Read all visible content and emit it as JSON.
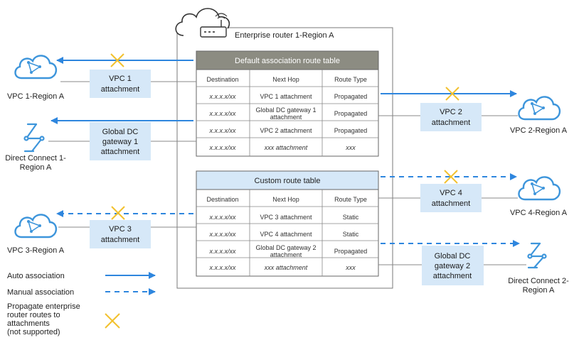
{
  "enterprise_router": {
    "label": "Enterprise router 1-Region A"
  },
  "default_table": {
    "title": "Default association route table",
    "headers": [
      "Destination",
      "Next Hop",
      "Route Type"
    ],
    "rows": [
      {
        "dest": "x.x.x.x/xx",
        "hop": [
          "VPC 1 attachment"
        ],
        "type": "Propagated"
      },
      {
        "dest": "x.x.x.x/xx",
        "hop": [
          "Global DC gateway 1",
          "attachment"
        ],
        "type": "Propagated"
      },
      {
        "dest": "x.x.x.x/xx",
        "hop": [
          "VPC 2 attachment"
        ],
        "type": "Propagated"
      },
      {
        "dest": "x.x.x.x/xx",
        "hop": [
          "xxx attachment"
        ],
        "type": "xxx"
      }
    ]
  },
  "custom_table": {
    "title": "Custom route table",
    "headers": [
      "Destination",
      "Next Hop",
      "Route Type"
    ],
    "rows": [
      {
        "dest": "x.x.x.x/xx",
        "hop": [
          "VPC 3 attachment"
        ],
        "type": "Static"
      },
      {
        "dest": "x.x.x.x/xx",
        "hop": [
          "VPC 4 attachment"
        ],
        "type": "Static"
      },
      {
        "dest": "x.x.x.x/xx",
        "hop": [
          "Global DC gateway 2",
          "attachment"
        ],
        "type": "Propagated"
      },
      {
        "dest": "x.x.x.x/xx",
        "hop": [
          "xxx attachment"
        ],
        "type": "xxx"
      }
    ]
  },
  "attachments": {
    "vpc1": [
      "VPC 1",
      "attachment"
    ],
    "gdc1": [
      "Global DC",
      "gateway 1",
      "attachment"
    ],
    "vpc3": [
      "VPC 3",
      "attachment"
    ],
    "vpc2": [
      "VPC 2",
      "attachment"
    ],
    "vpc4": [
      "VPC 4",
      "attachment"
    ],
    "gdc2": [
      "Global DC",
      "gateway 2",
      "attachment"
    ]
  },
  "endpoints": {
    "vpc1": [
      "VPC 1-Region A"
    ],
    "dc1": [
      "Direct Connect 1-",
      "Region A"
    ],
    "vpc3": [
      "VPC 3-Region A"
    ],
    "vpc2": [
      "VPC 2-Region A"
    ],
    "vpc4": [
      "VPC 4-Region A"
    ],
    "dc2": [
      "Direct Connect 2-",
      "Region A"
    ]
  },
  "legend": {
    "auto": "Auto association",
    "manual": "Manual association",
    "propagate": [
      "Propagate enterprise",
      "router routes to",
      "attachments",
      "(not supported)"
    ]
  },
  "colors": {
    "arrow_blue": "#2e86de",
    "icon_blue": "#3d95db",
    "attach_fill": "#d6e8f8",
    "default_header": "#8c8c82",
    "custom_header": "#d6e8f8",
    "cross": "#f2c12e",
    "line_gray": "#888888"
  }
}
